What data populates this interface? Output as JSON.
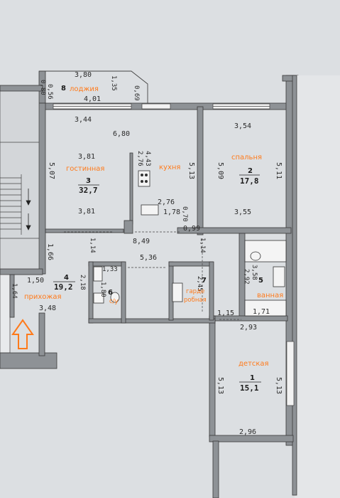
{
  "colors": {
    "label": "#ff7a1a",
    "wall": "#8e9296",
    "background": "#dcdfe2",
    "entry_arrow": "#ff7a1a"
  },
  "rooms": [
    {
      "id": "r8",
      "number": "8",
      "name": "лоджия"
    },
    {
      "id": "r3",
      "number": "3",
      "name": "гостинная",
      "area": "32,7"
    },
    {
      "id": "rk",
      "name": "кухня"
    },
    {
      "id": "r2",
      "number": "2",
      "name": "спальня",
      "area": "17,8"
    },
    {
      "id": "r4",
      "number": "4",
      "name": "прихожая",
      "area": "19,2"
    },
    {
      "id": "r6",
      "number": "6",
      "name": "с/у"
    },
    {
      "id": "r7",
      "number": "7",
      "name_line1": "гарде",
      "name_line2": "робная"
    },
    {
      "id": "r5",
      "number": "5",
      "name": "ванная"
    },
    {
      "id": "r1",
      "number": "1",
      "name": "детская",
      "area": "15,1"
    }
  ],
  "dims": {
    "d_0_80": "0,80",
    "d_3_80": "3,80",
    "d_0_56": "0,56",
    "d_1_35": "1,35",
    "d_4_01": "4,01",
    "d_0_69": "0,69",
    "d_3_44": "3,44",
    "d_3_54": "3,54",
    "d_6_80": "6,80",
    "d_3_81a": "3,81",
    "d_2_76a": "2,76",
    "d_4_43": "4,43",
    "d_5_07": "5,07",
    "d_5_13a": "5,13",
    "d_5_09": "5,09",
    "d_5_11": "5,11",
    "d_3_81b": "3,81",
    "d_2_76b": "2,76",
    "d_1_78": "1,78",
    "d_0_70": "0,70",
    "d_3_55": "3,55",
    "d_8_49": "8,49",
    "d_0_99": "0,99",
    "d_1_66": "1,66",
    "d_1_14a": "1,14",
    "d_1_14b": "1,14",
    "d_5_36": "5,36",
    "d_1_50": "1,50",
    "d_1_33": "1,33",
    "d_3_58": "3,58",
    "d_2_92": "2,92",
    "d_1_64": "1,64",
    "d_2_18": "2,18",
    "d_1_80": "1,80",
    "d_2_45": "2,45",
    "d_3_48": "3,48",
    "d_1_15": "1,15",
    "d_1_71": "1,71",
    "d_2_93": "2,93",
    "d_5_13b": "5,13",
    "d_5_13c": "5,13",
    "d_2_96": "2,96"
  }
}
